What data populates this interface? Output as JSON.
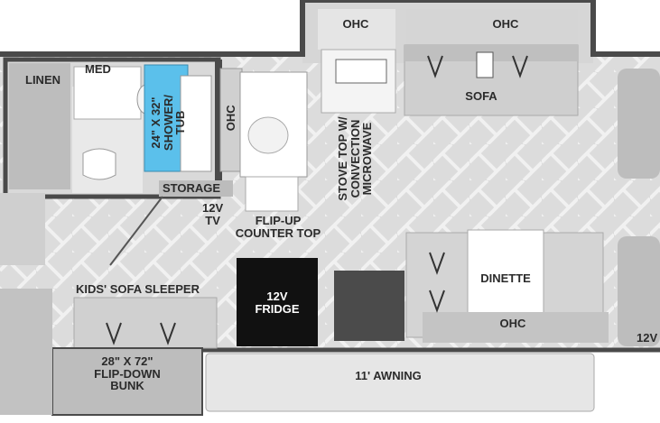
{
  "labels": {
    "ohc_top_left": "OHC",
    "ohc_top_right": "OHC",
    "linen": "LINEN",
    "med": "MED",
    "shower_tub": "24\" X 32\"\nSHOWER/\nTUB",
    "ohc_bath": "OHC",
    "storage": "STORAGE",
    "tv": "12V\nTV",
    "counter": "FLIP-UP\nCOUNTER TOP",
    "stove": "STOVE TOP W/\nCONVECTION\nMICROWAVE",
    "sofa": "SOFA",
    "dinette": "DINETTE",
    "ohc_dinette": "OHC",
    "fridge": "12V\nFRIDGE",
    "kids_sofa": "KIDS' SOFA SLEEPER",
    "bunk": "28\" X 72\"\nFLIP-DOWN\nBUNK",
    "awning": "11' AWNING",
    "tv_right": "12V"
  },
  "colors": {
    "wall": "#4a4a4a",
    "floor": "#dcdcdc",
    "cabinet": "#c8c8c8",
    "shower": "#5bc0eb",
    "fridge": "#111111",
    "awning": "#e6e6e6"
  }
}
